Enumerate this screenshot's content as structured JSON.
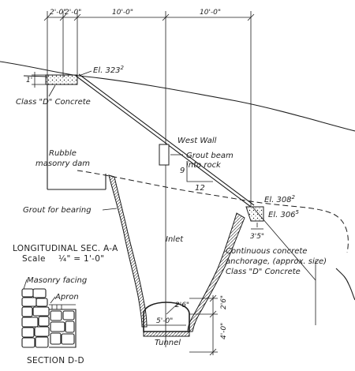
{
  "dimensions": {
    "top_a": "2'-0\"",
    "top_b": "2'-0\"",
    "top_c": "10'-0\"",
    "top_d": "10'-0\"",
    "side_1": "1'",
    "slope_v": "9",
    "slope_h": "12",
    "anchor_w": "3'5\"",
    "tunnel_w": "5'-0\"",
    "tunnel_h": "2'6\"",
    "tunnel_h2": "4'-0\"",
    "tunnel_r": "2'6\""
  },
  "labels": {
    "el_top": "El. 323",
    "el_top_sup": "2",
    "class_d_top": "Class \"D\" Concrete",
    "west_wall": "West Wall",
    "grout_beam_1": "Grout beam",
    "grout_beam_2": "into rock",
    "rubble_1": "Rubble",
    "rubble_2": "masonry dam",
    "el_308": "El. 308",
    "el_308_sup": "2",
    "el_306": "El. 306",
    "el_306_sup": "5",
    "grout_bearing": "Grout for bearing",
    "inlet": "Inlet",
    "cont_1": "Continuous concrete",
    "cont_2": "anchorage, (approx. size)",
    "cont_3": "Class \"D\" Concrete",
    "long_sec": "LONGITUDINAL SEC. A-A",
    "scale": "Scale",
    "scale_val": "¼\" = 1'-0\"",
    "masonry_facing": "Masonry facing",
    "apron": "Apron",
    "section_dd": "SECTION D-D",
    "tunnel": "Tunnel"
  }
}
